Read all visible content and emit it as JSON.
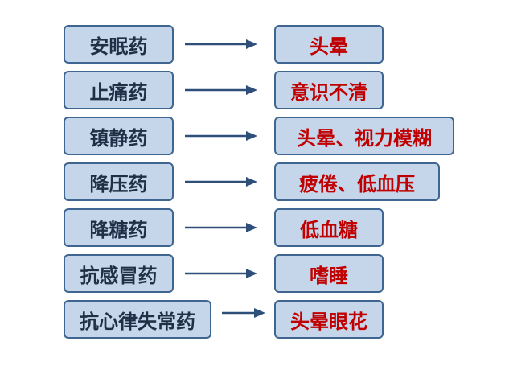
{
  "pairs": [
    {
      "drug": "安眠药",
      "effect": "头晕"
    },
    {
      "drug": "止痛药",
      "effect": "意识不清"
    },
    {
      "drug": "镇静药",
      "effect": "头晕、视力模糊"
    },
    {
      "drug": "降压药",
      "effect": "疲倦、低血压"
    },
    {
      "drug": "降糖药",
      "effect": "低血糖"
    },
    {
      "drug": "抗感冒药",
      "effect": "嗜睡"
    },
    {
      "drug": "抗心律失常药",
      "effect": "头晕眼花"
    }
  ],
  "colors": {
    "box_fill": "#c5d6ea",
    "box_border": "#3f6690",
    "drug_text": "#1f2f45",
    "effect_text": "#c00000",
    "arrow": "#2e4f7a"
  }
}
